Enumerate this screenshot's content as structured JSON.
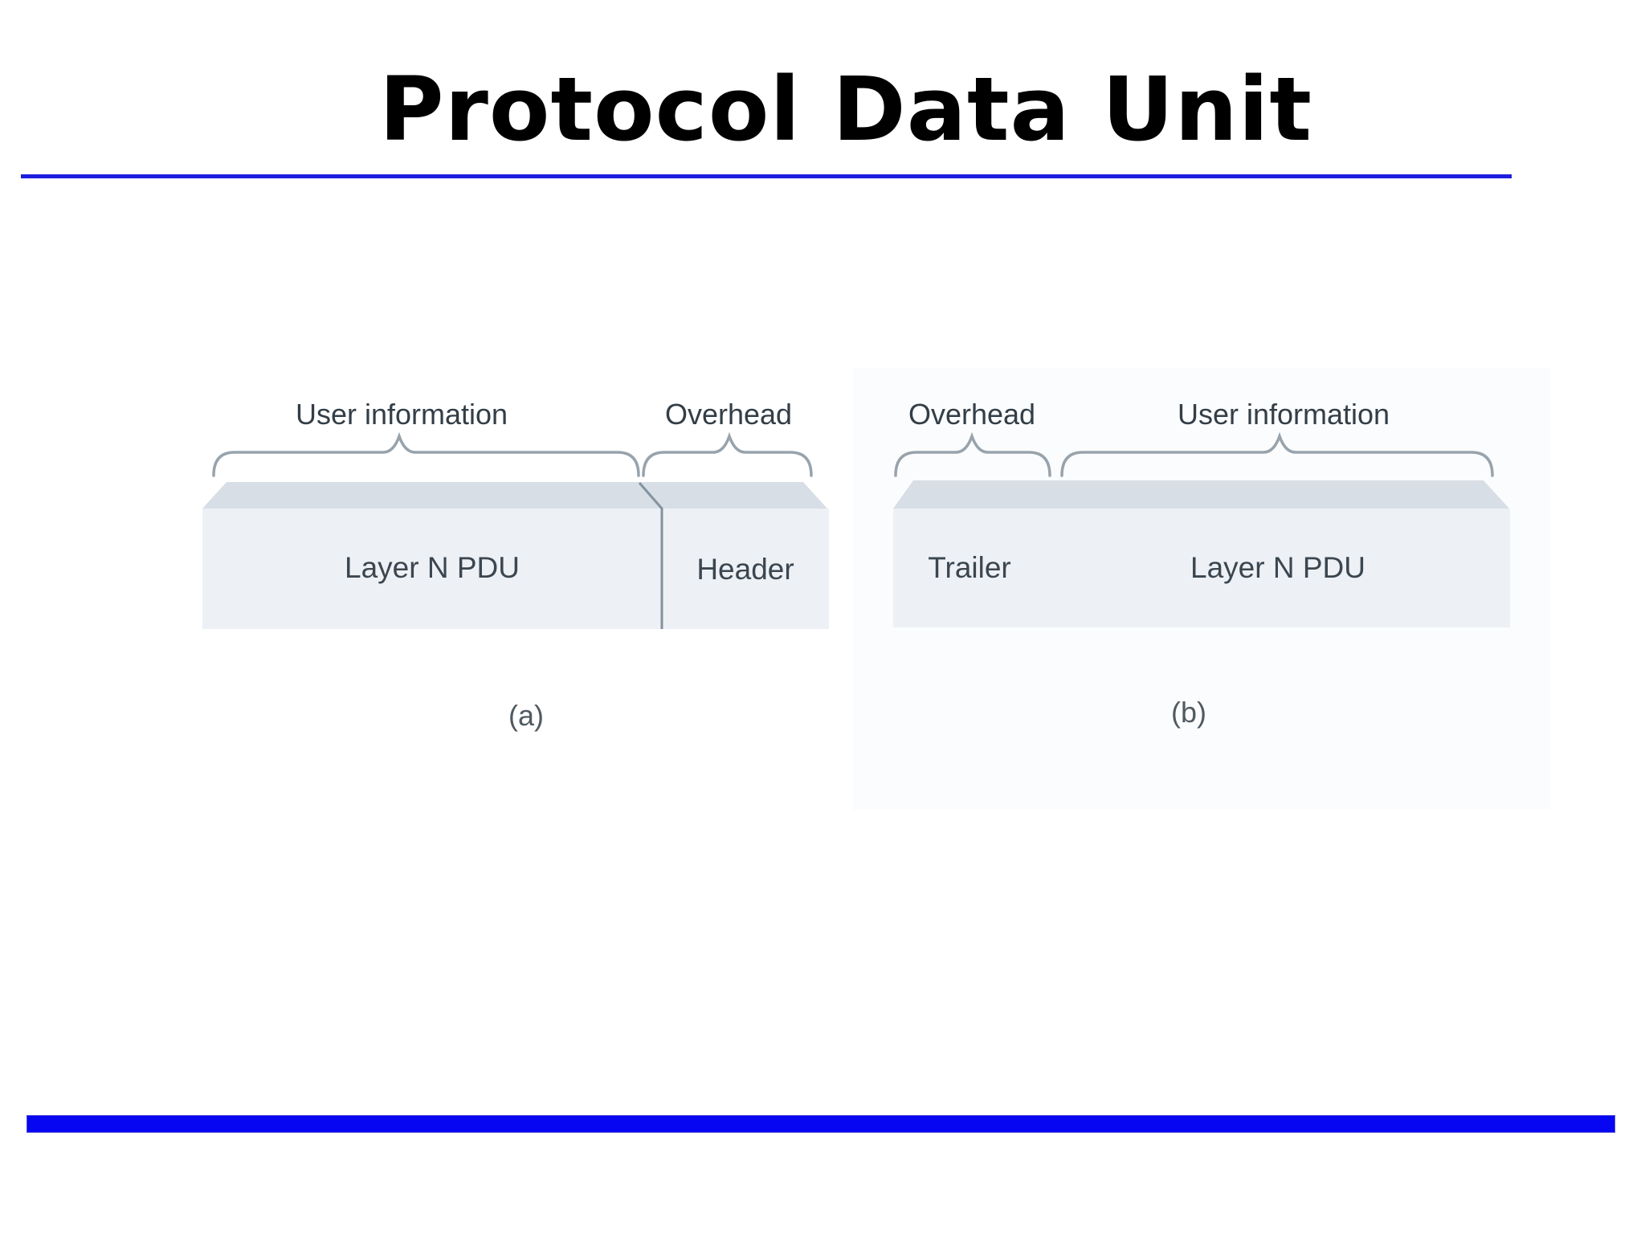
{
  "slide": {
    "title": "Protocol Data Unit",
    "colors": {
      "title_rule_blue": "#1e1ede",
      "footer_bar_blue": "#0606f2",
      "box_top_face": "#d7dee5",
      "box_front_face": "#edf1f5",
      "brace_stroke": "#98a3ac",
      "divider_stroke": "#8393a0",
      "label_text": "#333e47"
    }
  },
  "figure": {
    "diagram_a": {
      "brace_labels": [
        "User information",
        "Overhead"
      ],
      "sections": [
        "Layer N PDU",
        "Header"
      ],
      "caption": "(a)"
    },
    "diagram_b": {
      "brace_labels": [
        "Overhead",
        "User information"
      ],
      "sections": [
        "Trailer",
        "Layer N PDU"
      ],
      "caption": "(b)"
    }
  }
}
